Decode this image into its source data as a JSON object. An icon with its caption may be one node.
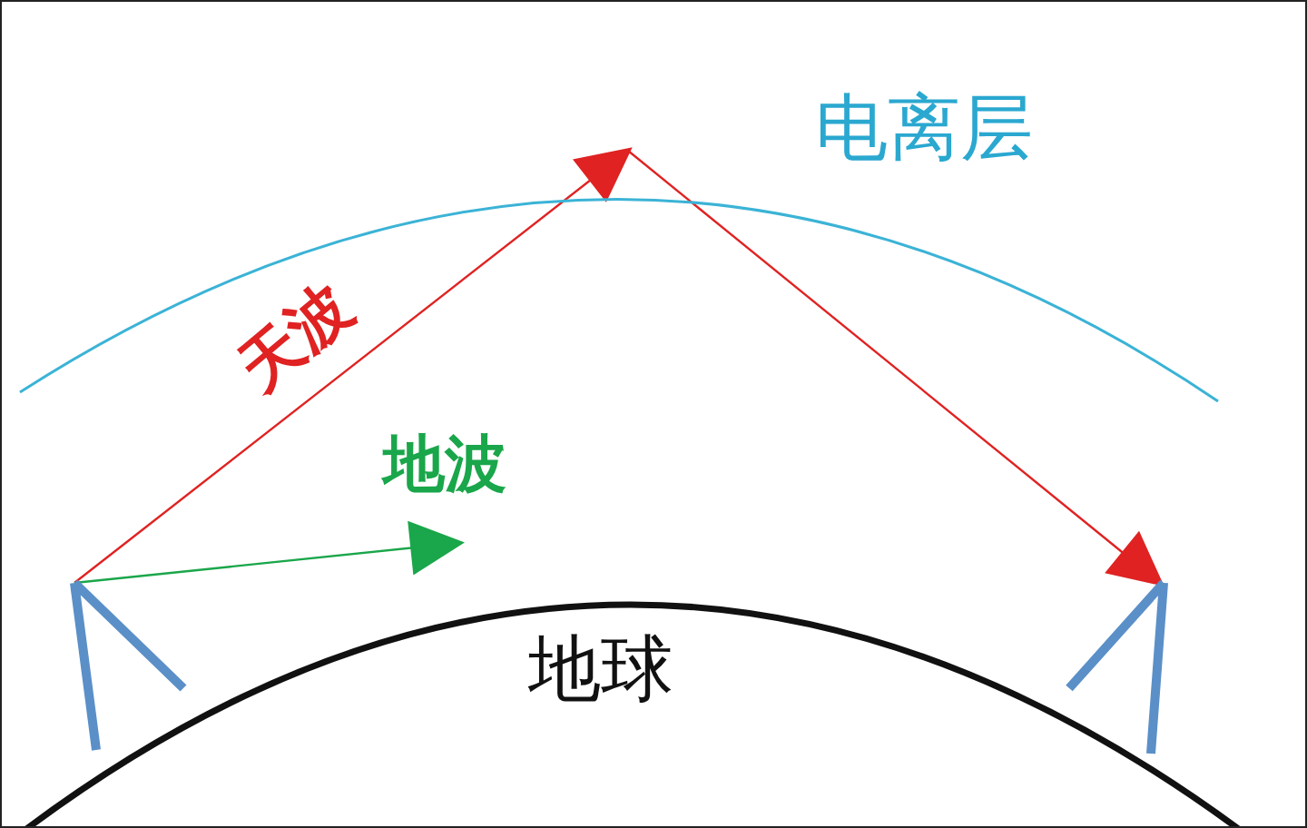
{
  "diagram": {
    "nodes": [
      {
        "text": [
          "电离层"
        ]
      },
      {
        "text": [
          "地球"
        ]
      },
      {
        "text": [],
        "shape": "antenna"
      },
      {
        "text": [],
        "shape": "antenna"
      }
    ],
    "edges": [
      {
        "from": 2,
        "to": 0,
        "arrow": "to",
        "label": "天波"
      },
      {
        "from": 0,
        "to": 3,
        "arrow": "to"
      },
      {
        "from": 2,
        "to": null,
        "arrow": "to",
        "label": "地波",
        "color": "#1aa64a"
      }
    ]
  }
}
